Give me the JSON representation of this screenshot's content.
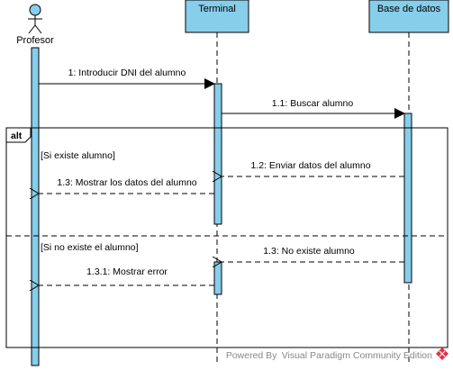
{
  "actor": {
    "name": "Profesor"
  },
  "lifelines": [
    {
      "name": "Terminal"
    },
    {
      "name": "Base de datos"
    }
  ],
  "fragment": {
    "operator": "alt",
    "guards": [
      "[Si existe alumno]",
      "[Si no existe el alumno]"
    ]
  },
  "messages": [
    {
      "label": "1: Introducir DNI del alumno",
      "kind": "sync"
    },
    {
      "label": "1.1: Buscar alumno",
      "kind": "sync"
    },
    {
      "label": "1.2: Enviar datos del alumno",
      "kind": "return"
    },
    {
      "label": "1.3: Mostrar los datos del alumno",
      "kind": "return"
    },
    {
      "label": "1.3: No existe alumno",
      "kind": "return"
    },
    {
      "label": "1.3.1: Mostrar error",
      "kind": "return"
    }
  ],
  "watermark": {
    "text": "Powered By Visual Paradigm Community Edition"
  },
  "colors": {
    "lifeline_fill": "#87CEEB",
    "activation_fill": "#87CEEB",
    "border": "#000000",
    "watermark_logo": "#e0314b"
  }
}
